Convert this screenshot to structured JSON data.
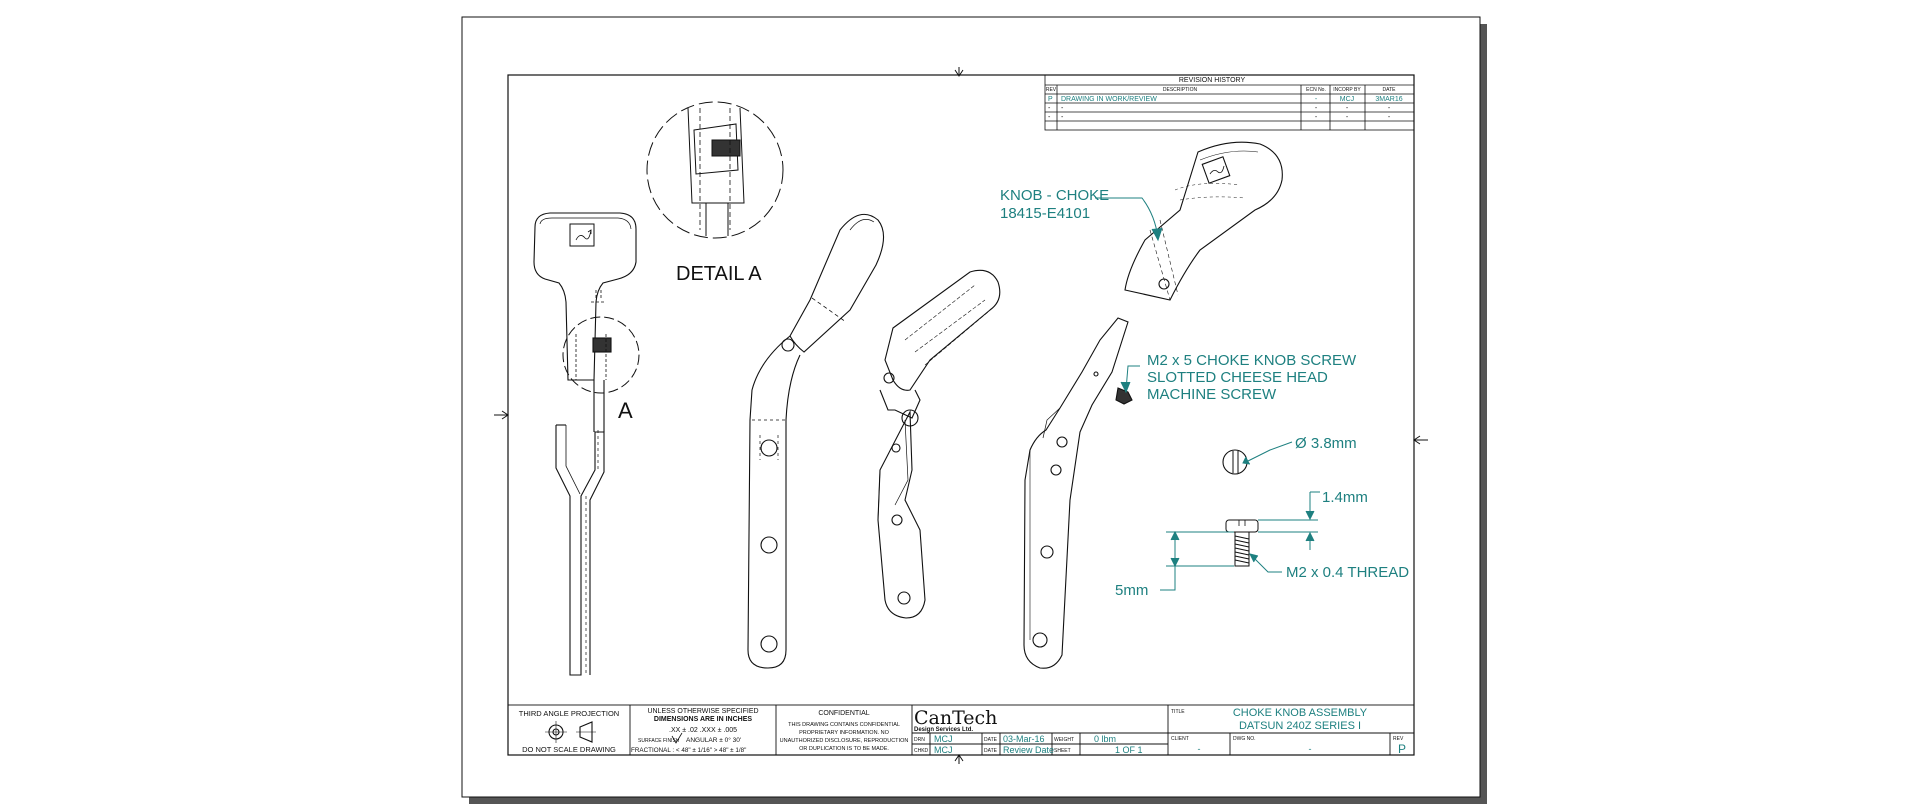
{
  "colors": {
    "accent": "#1e8080",
    "ink": "#111111",
    "sheet": "#ffffff",
    "shadow": "#555555"
  },
  "revision_history": {
    "title": "REVISION HISTORY",
    "headers": [
      "REV",
      "DESCRIPTION",
      "ECN No.",
      "INCORP BY",
      "DATE"
    ],
    "rows": [
      [
        "P",
        "DRAWING IN WORK/REVIEW",
        "-",
        "MCJ",
        "3MAR16"
      ],
      [
        "-",
        "-",
        "-",
        "-",
        "-"
      ],
      [
        "-",
        "-",
        "-",
        "-",
        "-"
      ]
    ]
  },
  "callouts": {
    "knob_name": "KNOB - CHOKE",
    "knob_part": "18415-E4101",
    "screw_line1": "M2 x 5 CHOKE KNOB SCREW",
    "screw_line2": "SLOTTED CHEESE HEAD",
    "screw_line3": "MACHINE SCREW",
    "diameter": "Ø 3.8mm",
    "head_height": "1.4mm",
    "length": "5mm",
    "thread": "M2 x 0.4 THREAD",
    "detail_label": "DETAIL A",
    "detail_marker": "A"
  },
  "title_block": {
    "projection_title": "THIRD ANGLE PROJECTION",
    "do_not_scale": "DO NOT SCALE DRAWING",
    "tol_line1": "UNLESS OTHERWISE SPECIFIED",
    "tol_line2": "DIMENSIONS ARE IN INCHES",
    "tol_line3": ".XX ± .02  .XXX ± .005",
    "tol_surface": "SURFACE FINISH",
    "tol_angular": "ANGULAR ± 0° 30'",
    "tol_fractional": "FRACTIONAL : < 48\" ± 1/16\" > 48\" ± 1/8\"",
    "confidential_title": "CONFIDENTIAL",
    "conf_1": "THIS DRAWING CONTAINS CONFIDENTIAL",
    "conf_2": "PROPRIETARY INFORMATION. NO",
    "conf_3": "UNAUTHORIZED DISCLOSURE, REPRODUCTION",
    "conf_4": "OR DUPLICATION IS TO BE MADE.",
    "company": "CanTech",
    "company_sub": "Design Services Ltd.",
    "drn_label": "DRN",
    "drn_value": "MCJ",
    "date_label": "DATE",
    "date_value": "03-Mar-16",
    "weight_label": "WEIGHT",
    "weight_value": "0 lbm",
    "chkd_label": "CHKD",
    "chkd_value": "MCJ",
    "date2_label": "DATE",
    "date2_value": "Review Date",
    "sheet_label": "SHEET",
    "sheet_value": "1 OF 1",
    "title_label": "TITLE",
    "title_line1": "CHOKE KNOB ASSEMBLY",
    "title_line2": "DATSUN 240Z SERIES I",
    "client_label": "CLIENT",
    "client_value": "-",
    "dwg_label": "DWG NO.",
    "dwg_value": "-",
    "rev_label": "REV",
    "rev_value": "P"
  }
}
